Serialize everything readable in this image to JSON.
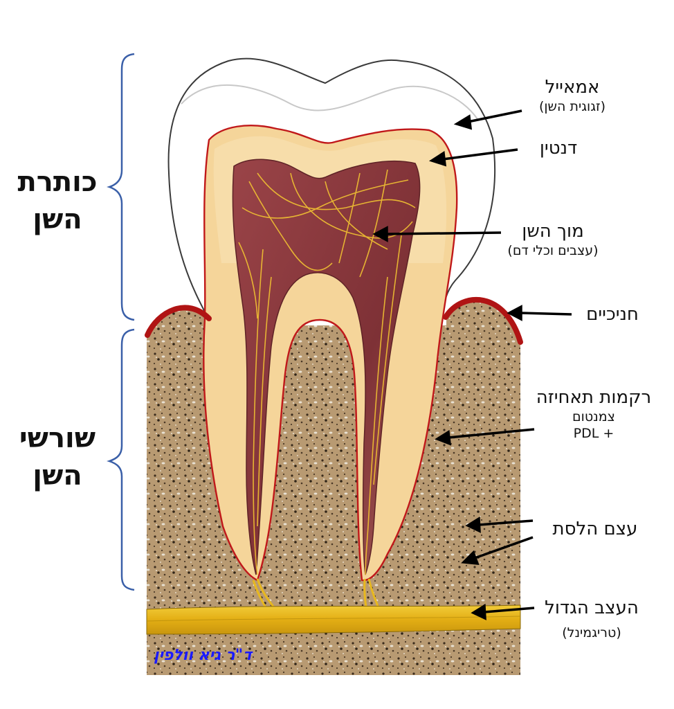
{
  "diagram": {
    "sections": {
      "crown": [
        "כותרת",
        "השן"
      ],
      "roots": [
        "שורשי",
        "השן"
      ]
    },
    "labels": {
      "enamel": {
        "name": "אמאייל",
        "note": "(זגוגית השן)"
      },
      "dentin": {
        "name": "דנטין"
      },
      "pulp": {
        "name": "מוך השן",
        "note": "(עצבים וכלי דם)"
      },
      "gums": {
        "name": "חניכיים"
      },
      "support_tissue": {
        "name": "רקמות תאחיזה",
        "line2": "צמנטום",
        "line3": "PDL +"
      },
      "jaw_bone": {
        "name": "עצם הלסת"
      },
      "nerve": {
        "name": "העצב הגדול",
        "note": "(טריגמינל)"
      }
    },
    "signature": "ד\"ר גיא וולפין",
    "colors": {
      "enamel": "#ffffff",
      "dentin": "#f7d9a0",
      "pulp": "#8a3a3e",
      "gum": "#c01818",
      "bone": "#b89a72",
      "nerve": "#e8b81e",
      "brace": "#3a5fa8",
      "signature": "#1a1aff"
    }
  }
}
